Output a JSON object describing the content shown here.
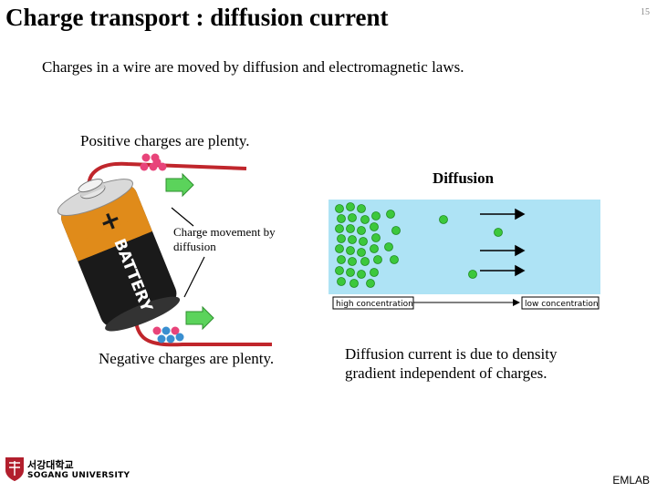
{
  "slide": {
    "title": "Charge transport : diffusion current",
    "page_number": "15",
    "subtitle": "Charges in a wire are moved by diffusion and electromagnetic laws.",
    "positive_note": "Positive charges are plenty.",
    "diffusion_label": "Diffusion",
    "charge_movement_note": "Charge movement by diffusion",
    "negative_note": "Negative charges are plenty.",
    "diffusion_current_note": "Diffusion current is due to density gradient independent of charges.",
    "footer_lab": "EMLAB"
  },
  "battery": {
    "label": "BATTERY",
    "plus_sign": "+"
  },
  "diffusion_diagram": {
    "high_label": "high concentration",
    "low_label": "low concentration",
    "background_color": "#aee3f5",
    "particle_color": "#3cc83c"
  },
  "logo": {
    "korean_name": "서강대학교",
    "english_name": "SOGANG UNIVERSITY"
  },
  "colors": {
    "wire": "#c0262c",
    "positive_charge": "#e8447a",
    "negative_charge": "#3a8fd0",
    "arrow_green": "#5bd35b"
  }
}
